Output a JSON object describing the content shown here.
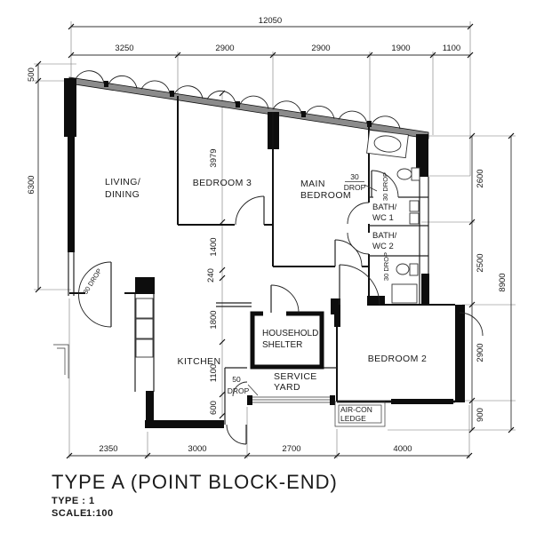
{
  "colors": {
    "line": "#1a1a1a",
    "facade_shadow": "#8b8b8b",
    "background": "#ffffff"
  },
  "dims": {
    "top_overall": "12050",
    "top": [
      "3250",
      "2900",
      "2900",
      "1900",
      "1100"
    ],
    "left": [
      "500",
      "6300"
    ],
    "inner": [
      "3979",
      "1400",
      "240",
      "1800",
      "1100",
      "600"
    ],
    "right": [
      "2600",
      "2500",
      "2900",
      "900"
    ],
    "right_overall": "8900",
    "bottom": [
      "2350",
      "3000",
      "2700",
      "4000"
    ]
  },
  "rooms": {
    "living_dining": [
      "LIVING/",
      "DINING"
    ],
    "bedroom3": "BEDROOM 3",
    "main_bedroom": [
      "MAIN",
      "BEDROOM"
    ],
    "bath_wc_1": [
      "BATH/",
      "WC 1"
    ],
    "bath_wc_2": [
      "BATH/",
      "WC 2"
    ],
    "kitchen": "KITCHEN",
    "household_shelter": [
      "HOUSEHOLD",
      "SHELTER"
    ],
    "service_yard": [
      "SERVICE",
      "YARD"
    ],
    "bedroom2": "BEDROOM 2",
    "aircon_ledge": [
      "AIR-CON",
      "LEDGE"
    ]
  },
  "drops": {
    "main_bedroom_num": "30",
    "main_bedroom_word": "DROP",
    "bath1_rotated": "30 DROP",
    "bath2_rotated": "30 DROP",
    "service_num": "50",
    "service_word": "DROP",
    "entrance_rotated": "30 DROP"
  },
  "title_block": {
    "title": "TYPE A (POINT BLOCK-END)",
    "type_label": "TYPE : 1",
    "scale_label": "SCALE",
    "scale_value": "1:100"
  }
}
